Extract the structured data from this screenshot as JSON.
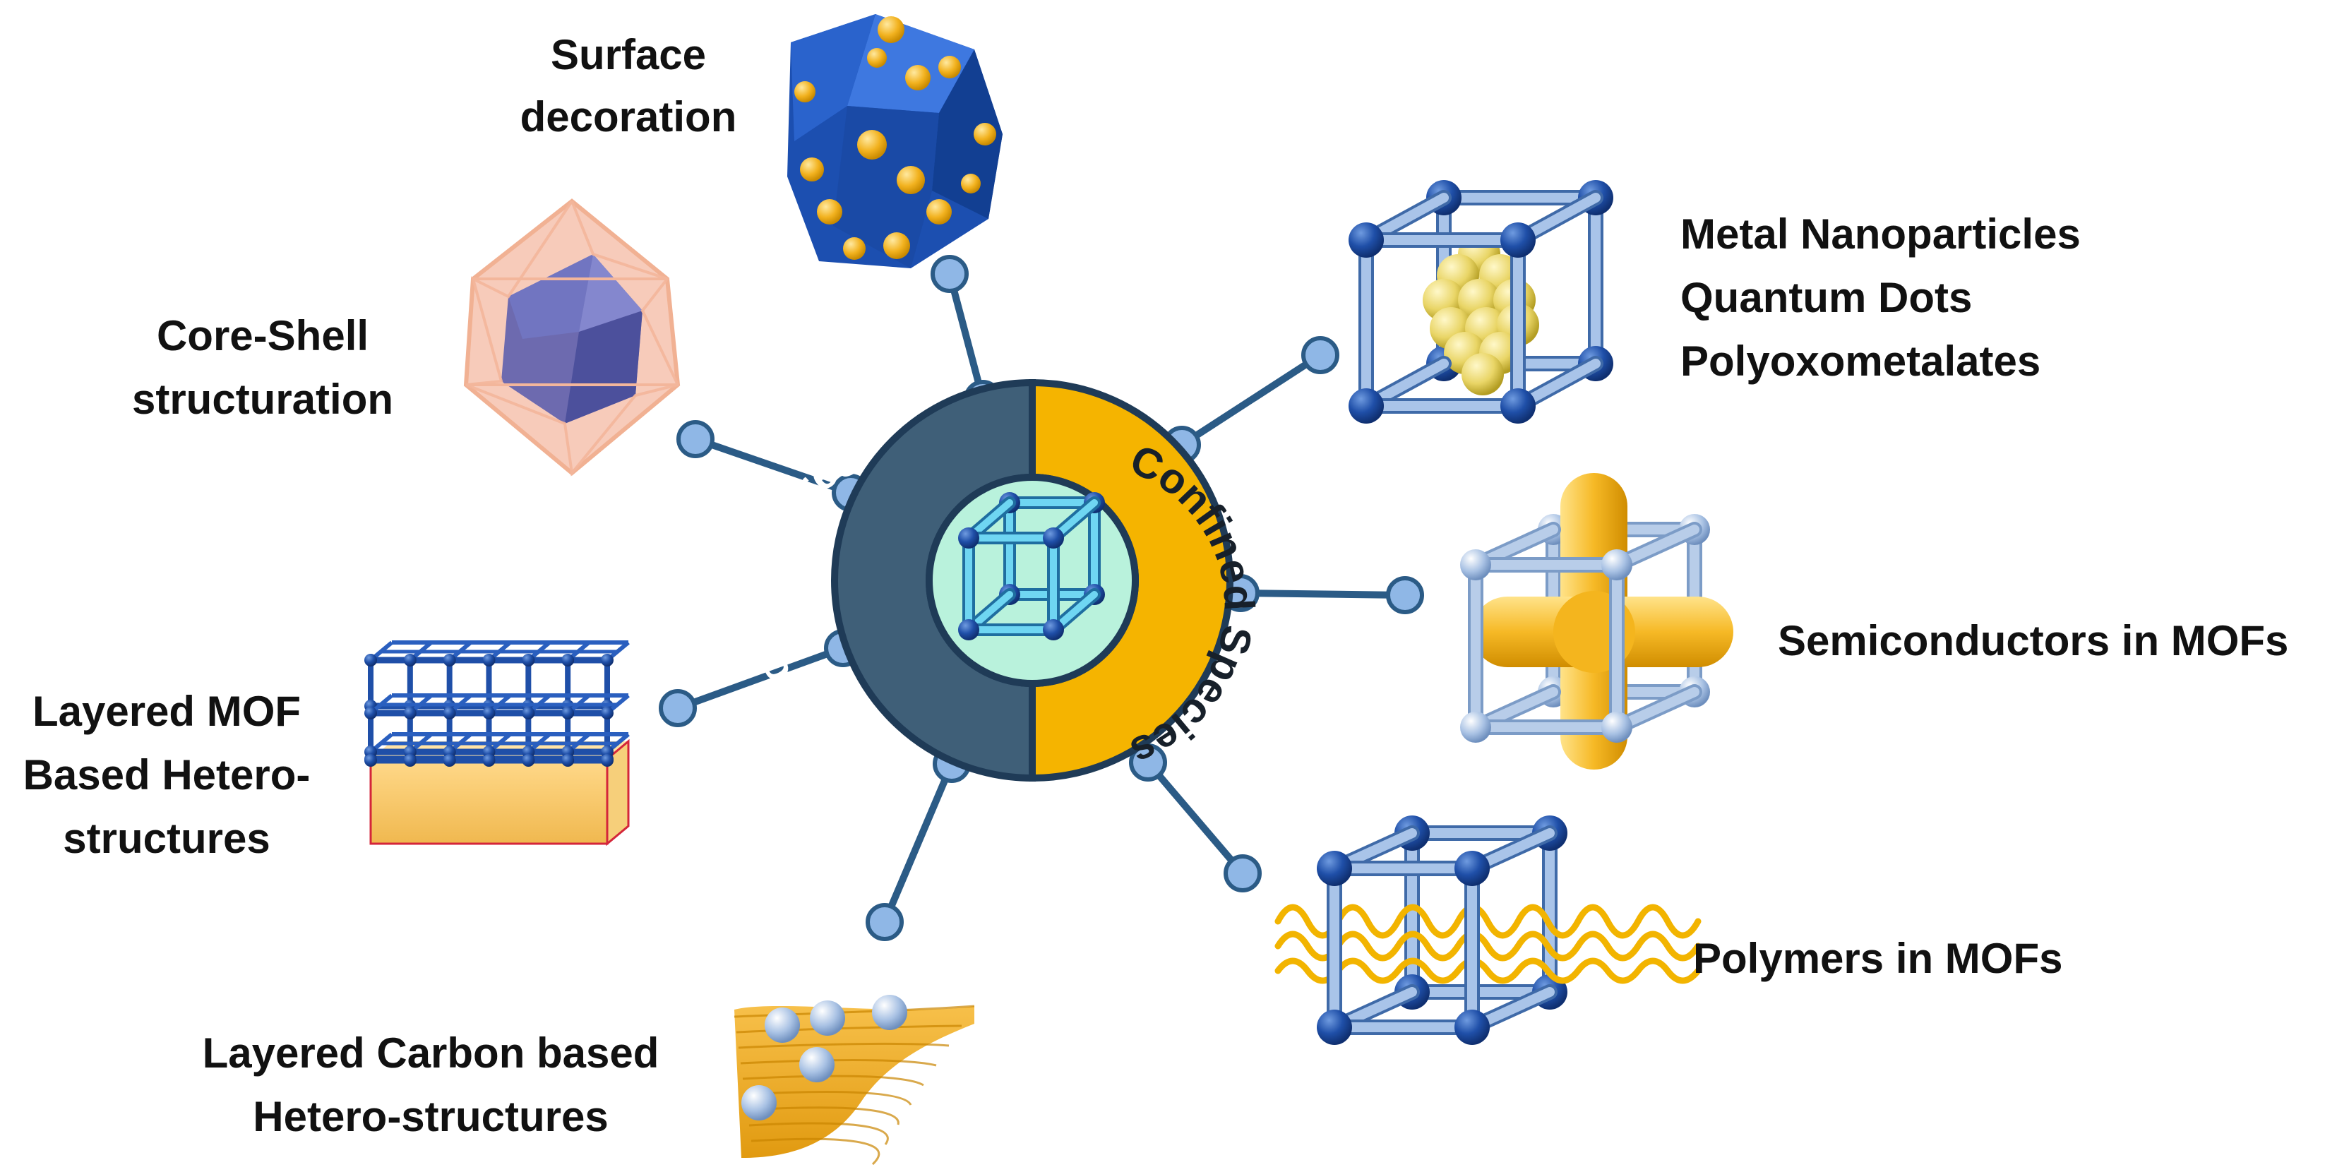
{
  "hub": {
    "left_arc_label": "Hetero-structures",
    "right_arc_label": "Confined Species",
    "colors": {
      "left_arc": "#3f5f78",
      "right_arc": "#f5b400",
      "ring_outline": "#1f3b57",
      "core": "#b9f2dc",
      "connector": "#2b5b86",
      "node": "#8fb7e6"
    }
  },
  "categories": {
    "surface_decoration": [
      "Surface",
      "decoration"
    ],
    "core_shell": [
      "Core-Shell",
      "structuration"
    ],
    "layered_mof": [
      "Layered MOF",
      "Based Hetero-",
      "structures"
    ],
    "layered_carbon": [
      "Layered Carbon based",
      "Hetero-structures"
    ],
    "metal_nanoparticles": [
      "Metal Nanoparticles",
      "Quantum Dots",
      "Polyoxometalates"
    ],
    "semiconductors": [
      "Semiconductors in MOFs"
    ],
    "polymers": [
      "Polymers in MOFs"
    ]
  }
}
